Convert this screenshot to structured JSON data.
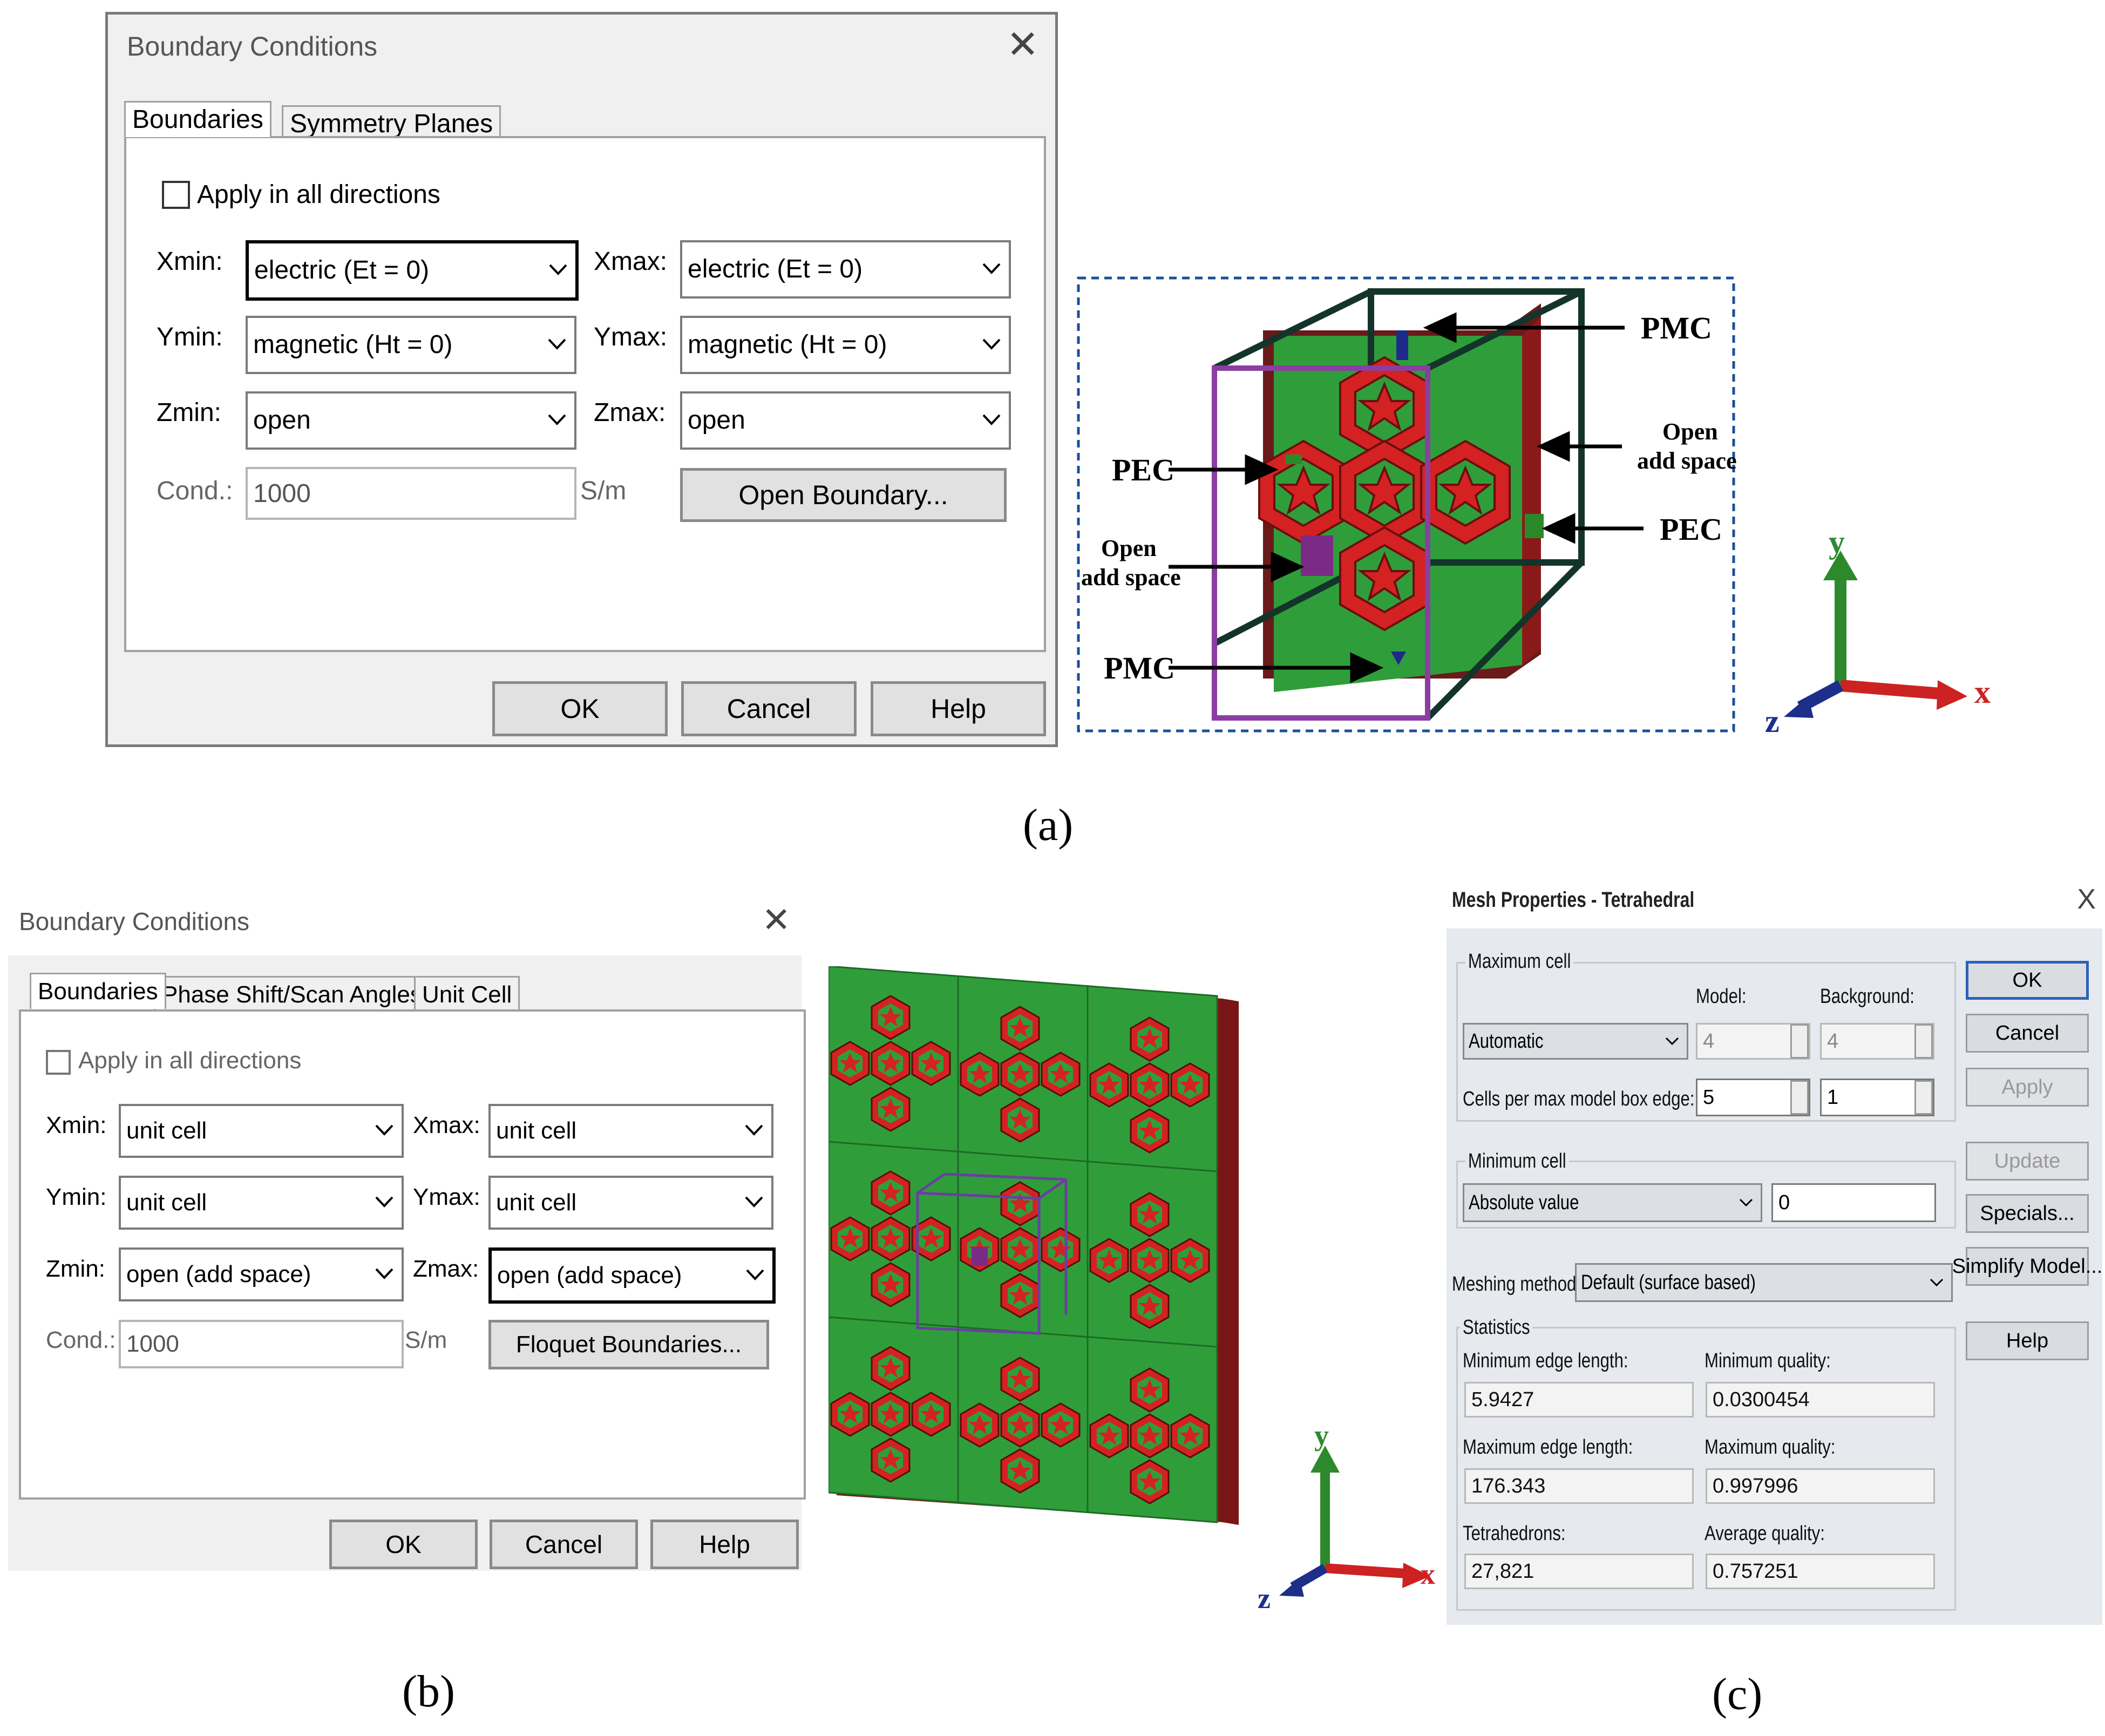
{
  "panel_a": {
    "dialog": {
      "title": "Boundary Conditions",
      "close_glyph": "✕",
      "tabs": [
        "Boundaries",
        "Symmetry Planes"
      ],
      "apply_all_label": "Apply in all directions",
      "apply_all_checked": false,
      "xmin_label": "Xmin:",
      "xmin_value": "electric (Et = 0)",
      "xmax_label": "Xmax:",
      "xmax_value": "electric (Et = 0)",
      "ymin_label": "Ymin:",
      "ymin_value": "magnetic (Ht = 0)",
      "ymax_label": "Ymax:",
      "ymax_value": "magnetic (Ht = 0)",
      "zmin_label": "Zmin:",
      "zmin_value": "open",
      "zmax_label": "Zmax:",
      "zmax_value": "open",
      "cond_label": "Cond.:",
      "cond_value": "1000",
      "cond_unit": "S/m",
      "open_boundary_button": "Open Boundary...",
      "ok": "OK",
      "cancel": "Cancel",
      "help": "Help"
    },
    "diagram": {
      "labels": {
        "pmc_top": "PMC",
        "pmc_bottom": "PMC",
        "pec_left": "PEC",
        "pec_right": "PEC",
        "open_right_1": "Open",
        "open_right_2": "add space",
        "open_left_1": "Open",
        "open_left_2": "add space"
      },
      "colors": {
        "substrate": "#2f9e3a",
        "patch": "#d42222",
        "cube_a": "#1a3a2e",
        "cube_b": "#8a3fa0"
      }
    },
    "axes": {
      "x": "x",
      "y": "y",
      "z": "z"
    },
    "caption": "(a)"
  },
  "panel_b": {
    "dialog": {
      "title": "Boundary Conditions",
      "close_glyph": "✕",
      "tabs": [
        "Boundaries",
        "Phase Shift/Scan Angles",
        "Unit Cell"
      ],
      "apply_all_label": "Apply in all directions",
      "apply_all_checked": false,
      "xmin_label": "Xmin:",
      "xmin_value": "unit cell",
      "xmax_label": "Xmax:",
      "xmax_value": "unit cell",
      "ymin_label": "Ymin:",
      "ymin_value": "unit cell",
      "ymax_label": "Ymax:",
      "ymax_value": "unit cell",
      "zmin_label": "Zmin:",
      "zmin_value": "open (add space)",
      "zmax_label": "Zmax:",
      "zmax_value": "open (add space)",
      "cond_label": "Cond.:",
      "cond_value": "1000",
      "cond_unit": "S/m",
      "floquet_button": "Floquet Boundaries...",
      "ok": "OK",
      "cancel": "Cancel",
      "help": "Help"
    },
    "axes": {
      "x": "x",
      "y": "y",
      "z": "z"
    },
    "caption": "(b)"
  },
  "panel_c": {
    "title": "Mesh Properties - Tetrahedral",
    "close_glyph": "X",
    "maximum_cell_group": "Maximum cell",
    "model_label": "Model:",
    "background_label": "Background:",
    "max_cell_mode": "Automatic",
    "model_value": "4",
    "background_value": "4",
    "cells_per_edge_label": "Cells per max model box edge:",
    "cells_model_value": "5",
    "cells_background_value": "1",
    "minimum_cell_group": "Minimum cell",
    "min_cell_mode": "Absolute value",
    "min_cell_value": "0",
    "meshing_method_label": "Meshing method:",
    "meshing_method_value": "Default (surface based)",
    "statistics_group": "Statistics",
    "min_edge_label": "Minimum edge length:",
    "min_edge_value": "5.9427",
    "min_quality_label": "Minimum quality:",
    "min_quality_value": "0.0300454",
    "max_edge_label": "Maximum edge length:",
    "max_edge_value": "176.343",
    "max_quality_label": "Maximum quality:",
    "max_quality_value": "0.997996",
    "tetra_label": "Tetrahedrons:",
    "tetra_value": "27,821",
    "avg_quality_label": "Average quality:",
    "avg_quality_value": "0.757251",
    "buttons": {
      "ok": "OK",
      "cancel": "Cancel",
      "apply": "Apply",
      "update": "Update",
      "specials": "Specials...",
      "simplify": "Simplify Model...",
      "help": "Help"
    },
    "caption": "(c)"
  }
}
